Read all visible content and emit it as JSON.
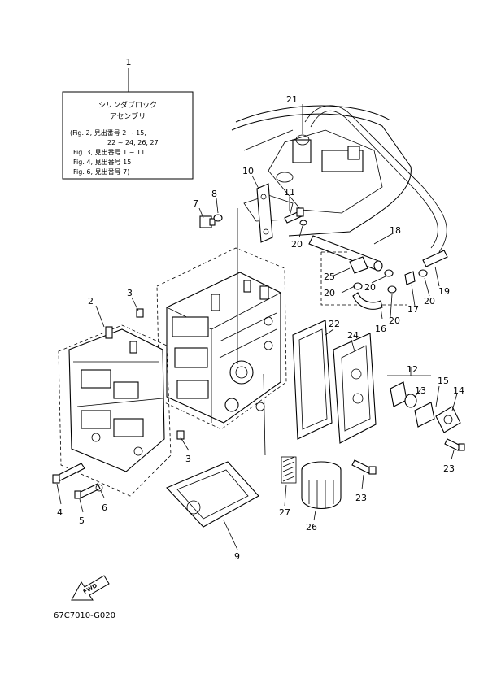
{
  "note_box": {
    "ref": "1",
    "title_line1": "シリンダブロック",
    "title_line2": "アセンブリ",
    "lines": [
      "(Fig. 2, 見出番号 2 ~ 15,",
      "22 ~ 24, 26, 27",
      "Fig. 3, 見出番号 1 ~ 11",
      "Fig. 4, 見出番号 15",
      "Fig. 6, 見出番号 7)"
    ]
  },
  "callouts": {
    "c2": "2",
    "c3a": "3",
    "c3b": "3",
    "c4": "4",
    "c5": "5",
    "c6": "6",
    "c7": "7",
    "c8": "8",
    "c9": "9",
    "c10": "10",
    "c11": "11",
    "c12": "12",
    "c13": "13",
    "c14": "14",
    "c15": "15",
    "c16": "16",
    "c17": "17",
    "c18": "18",
    "c19": "19",
    "c20a": "20",
    "c20b": "20",
    "c20c": "20",
    "c20d": "20",
    "c20e": "20",
    "c21": "21",
    "c22": "22",
    "c23a": "23",
    "c23b": "23",
    "c24": "24",
    "c25": "25",
    "c26": "26",
    "c27": "27"
  },
  "fwd_label": "FWD",
  "figure_code": "67C7010-G020"
}
